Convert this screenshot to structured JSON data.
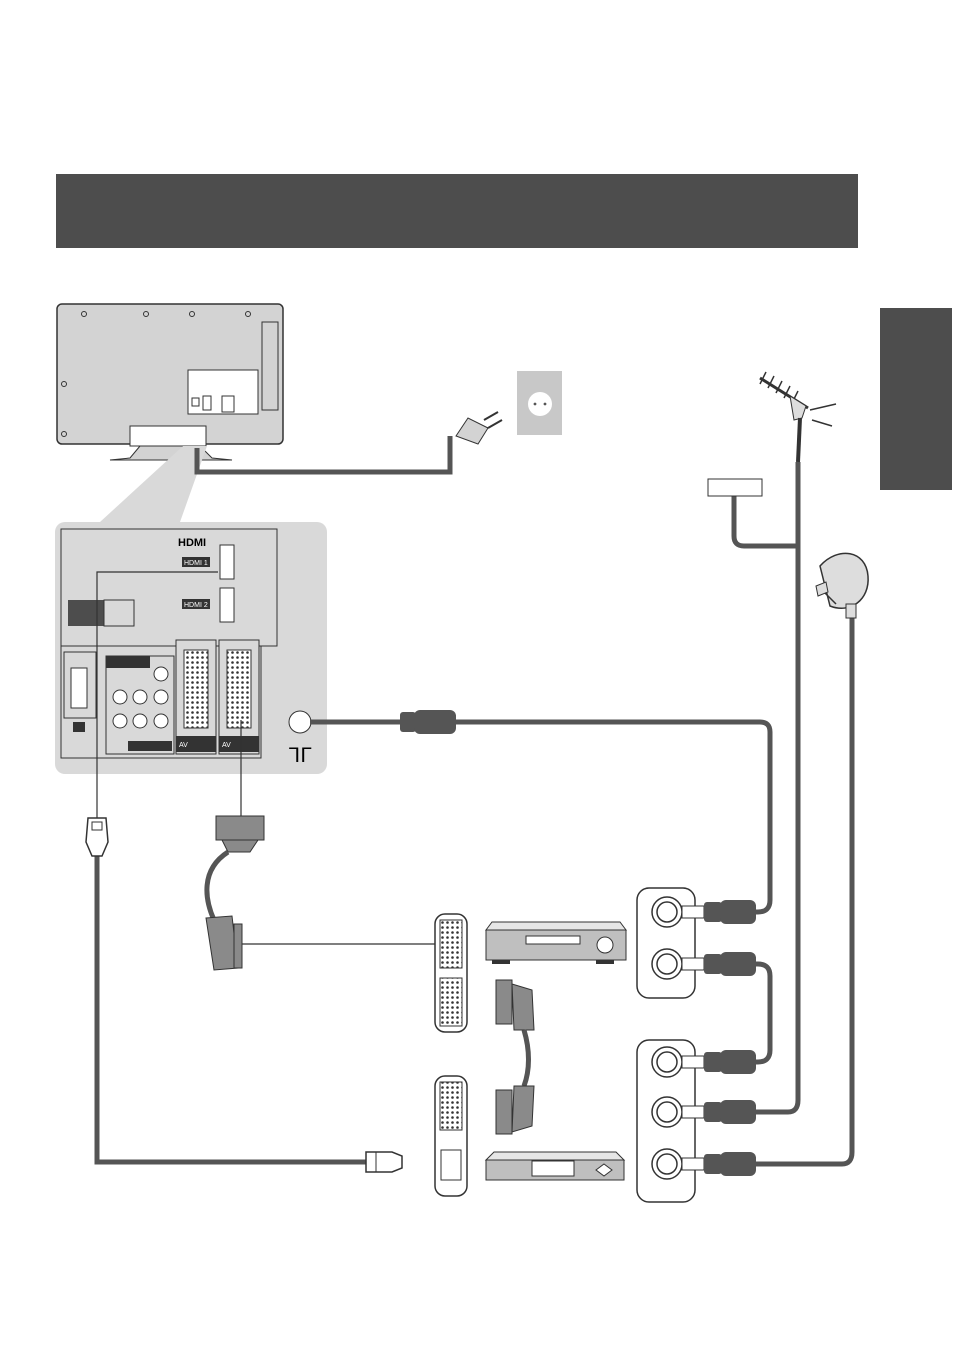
{
  "panel": {
    "hdmi_logo": "HDMI",
    "hdmi1_label": "HDMI 1",
    "hdmi2_label": "HDMI 2",
    "av1_label": "AV",
    "av2_label": "AV",
    "rf_symbol": "ᒣᒥ"
  },
  "colors": {
    "header": "#4d4d4d",
    "panel_bg": "#d9d9d9",
    "cable": "#555555",
    "device_gray": "#bfbfbf"
  }
}
